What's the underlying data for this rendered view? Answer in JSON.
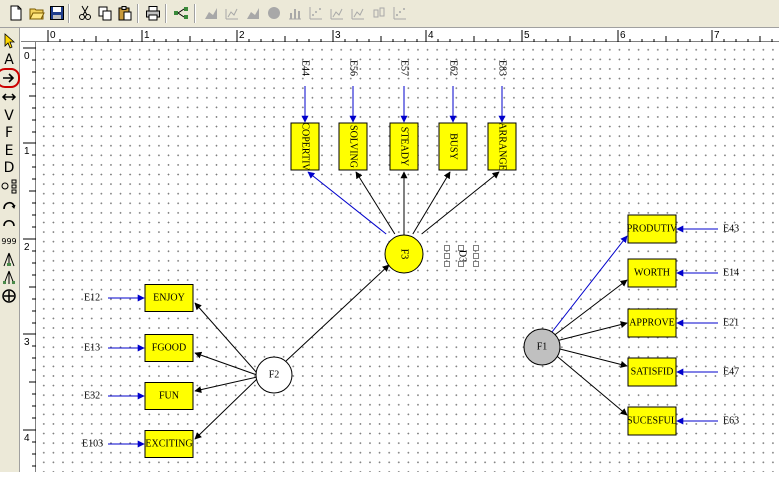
{
  "toolbar": {
    "buttons": [
      {
        "name": "new-file-icon"
      },
      {
        "name": "open-file-icon"
      },
      {
        "name": "save-icon"
      },
      {
        "name": "cut-icon"
      },
      {
        "name": "copy-icon"
      },
      {
        "name": "paste-icon"
      },
      {
        "name": "print-icon"
      },
      {
        "name": "network-icon"
      },
      {
        "name": "area-chart-icon"
      },
      {
        "name": "line-chart-icon"
      },
      {
        "name": "area-chart-2-icon"
      },
      {
        "name": "pie-chart-icon"
      },
      {
        "name": "bar-chart-icon"
      },
      {
        "name": "scatter-chart-icon"
      },
      {
        "name": "line-chart-2-icon"
      },
      {
        "name": "line-chart-3-icon"
      },
      {
        "name": "boxplot-icon"
      },
      {
        "name": "scatter-chart-2-icon"
      }
    ]
  },
  "palette": {
    "tools": [
      {
        "name": "select-tool-icon",
        "glyph": ""
      },
      {
        "name": "text-tool",
        "glyph": "A"
      },
      {
        "name": "arrow-tool-icon",
        "glyph": ""
      },
      {
        "name": "double-arrow-tool-icon",
        "glyph": ""
      },
      {
        "name": "variable-tool",
        "glyph": "V"
      },
      {
        "name": "factor-tool",
        "glyph": "F"
      },
      {
        "name": "error-tool",
        "glyph": "E"
      },
      {
        "name": "disturbance-tool",
        "glyph": "D"
      },
      {
        "name": "indicator-tool-icon",
        "glyph": ""
      },
      {
        "name": "covariance-tool-icon",
        "glyph": ""
      },
      {
        "name": "covariance-2-tool-icon",
        "glyph": ""
      },
      {
        "name": "numbering-tool",
        "glyph": "999"
      },
      {
        "name": "path-tool-icon",
        "glyph": ""
      },
      {
        "name": "path-2-tool-icon",
        "glyph": ""
      },
      {
        "name": "zoom-tool-icon",
        "glyph": ""
      }
    ]
  },
  "ruler": {
    "horizontal": [
      "0",
      "1",
      "2",
      "3",
      "4",
      "5",
      "6",
      "7"
    ],
    "vertical": [
      "0",
      "1",
      "2",
      "3",
      "4"
    ]
  },
  "colors": {
    "box_fill": "#ffff00",
    "latent_fill_f3": "#ffff00",
    "latent_fill_f1": "#c0c0c0",
    "latent_fill_f2": "#ffffff",
    "error_arrow": "#0000cc",
    "path_arrow": "#000000",
    "selected_path": "#0000cc",
    "selection_handle": "#808080",
    "highlight_ring": "#cc0000"
  },
  "diagram": {
    "latents": [
      {
        "id": "F3",
        "label": "F3"
      },
      {
        "id": "F2",
        "label": "F2"
      },
      {
        "id": "F1",
        "label": "F1"
      }
    ],
    "f3_indicators": [
      {
        "label": "COPERTIV",
        "error": "E44"
      },
      {
        "label": "SOLVING",
        "error": "E56"
      },
      {
        "label": "STEADY",
        "error": "E57"
      },
      {
        "label": "BUSY",
        "error": "E62"
      },
      {
        "label": "ARRANGE",
        "error": "E83"
      }
    ],
    "f2_indicators": [
      {
        "label": "ENJOY",
        "error": "E12"
      },
      {
        "label": "FGOOD",
        "error": "E13"
      },
      {
        "label": "FUN",
        "error": "E32"
      },
      {
        "label": "EXCITING",
        "error": "E103"
      }
    ],
    "f1_indicators": [
      {
        "label": "PRODUTIV",
        "error": "E43"
      },
      {
        "label": "WORTH",
        "error": "E14"
      },
      {
        "label": "APPROVE",
        "error": "E21"
      },
      {
        "label": "SATISFID",
        "error": "E47"
      },
      {
        "label": "SUCESFUL",
        "error": "E63"
      }
    ],
    "selection_label": "D3"
  }
}
